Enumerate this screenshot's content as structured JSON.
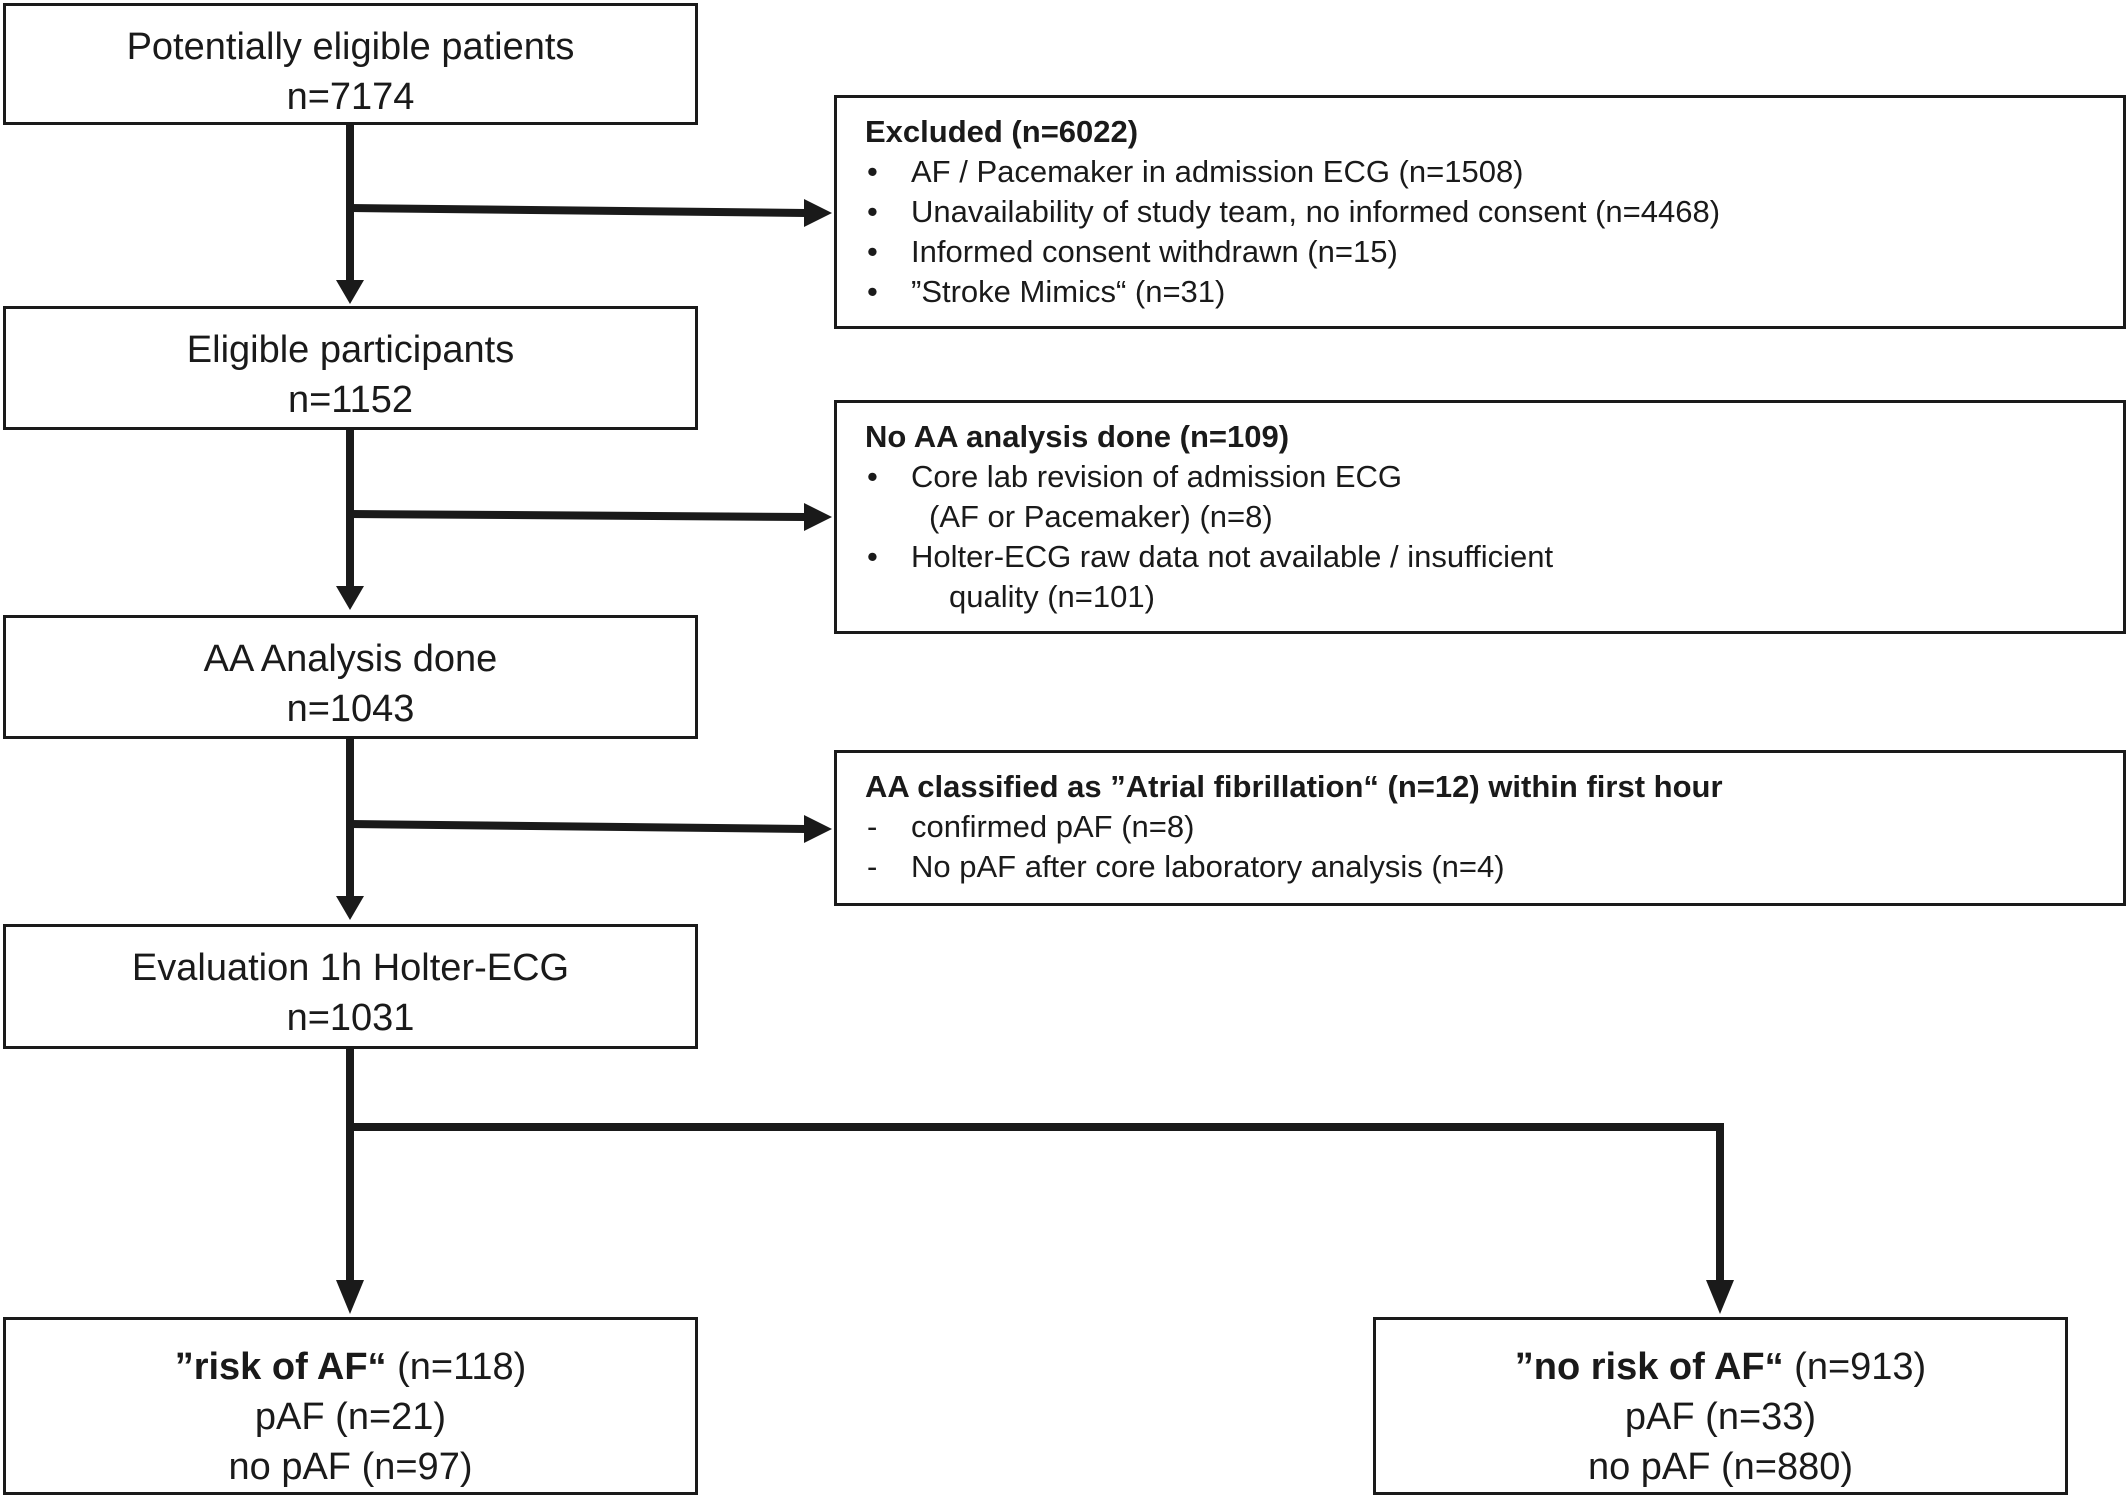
{
  "steps": [
    {
      "title": "Potentially eligible patients",
      "n": "n=7174"
    },
    {
      "title": "Eligible participants",
      "n": "n=1152"
    },
    {
      "title": "AA Analysis done",
      "n": "n=1043"
    },
    {
      "title": "Evaluation 1h Holter-ECG",
      "n": "n=1031"
    }
  ],
  "exclusions": [
    {
      "header": "Excluded (n=6022)",
      "items": [
        {
          "marker": "•",
          "text": "AF / Pacemaker in admission ECG (n=1508)"
        },
        {
          "marker": "•",
          "text": "Unavailability of study team, no informed consent (n=4468)"
        },
        {
          "marker": "•",
          "text": "Informed consent withdrawn (n=15)"
        },
        {
          "marker": "•",
          "text": "”Stroke Mimics“ (n=31)"
        }
      ]
    },
    {
      "header": "No AA analysis done (n=109)",
      "items": [
        {
          "marker": "•",
          "text": "Core lab revision of admission ECG",
          "cont": "(AF or Pacemaker) (n=8)"
        },
        {
          "marker": "•",
          "text": "Holter-ECG raw data not available / insufficient",
          "cont": "quality (n=101)"
        }
      ]
    },
    {
      "header": "AA classified as ”Atrial fibrillation“ (n=12) within first hour",
      "items": [
        {
          "marker": "-",
          "text": "confirmed pAF (n=8)"
        },
        {
          "marker": "-",
          "text": "No pAF after core laboratory analysis (n=4)"
        }
      ]
    }
  ],
  "outcomes": [
    {
      "label": "”risk of AF“",
      "n": "(n=118)",
      "line2": "pAF (n=21)",
      "line3": "no pAF (n=97)"
    },
    {
      "label": "”no risk of AF“",
      "n": "(n=913)",
      "line2": "pAF (n=33)",
      "line3": "no pAF (n=880)"
    }
  ]
}
